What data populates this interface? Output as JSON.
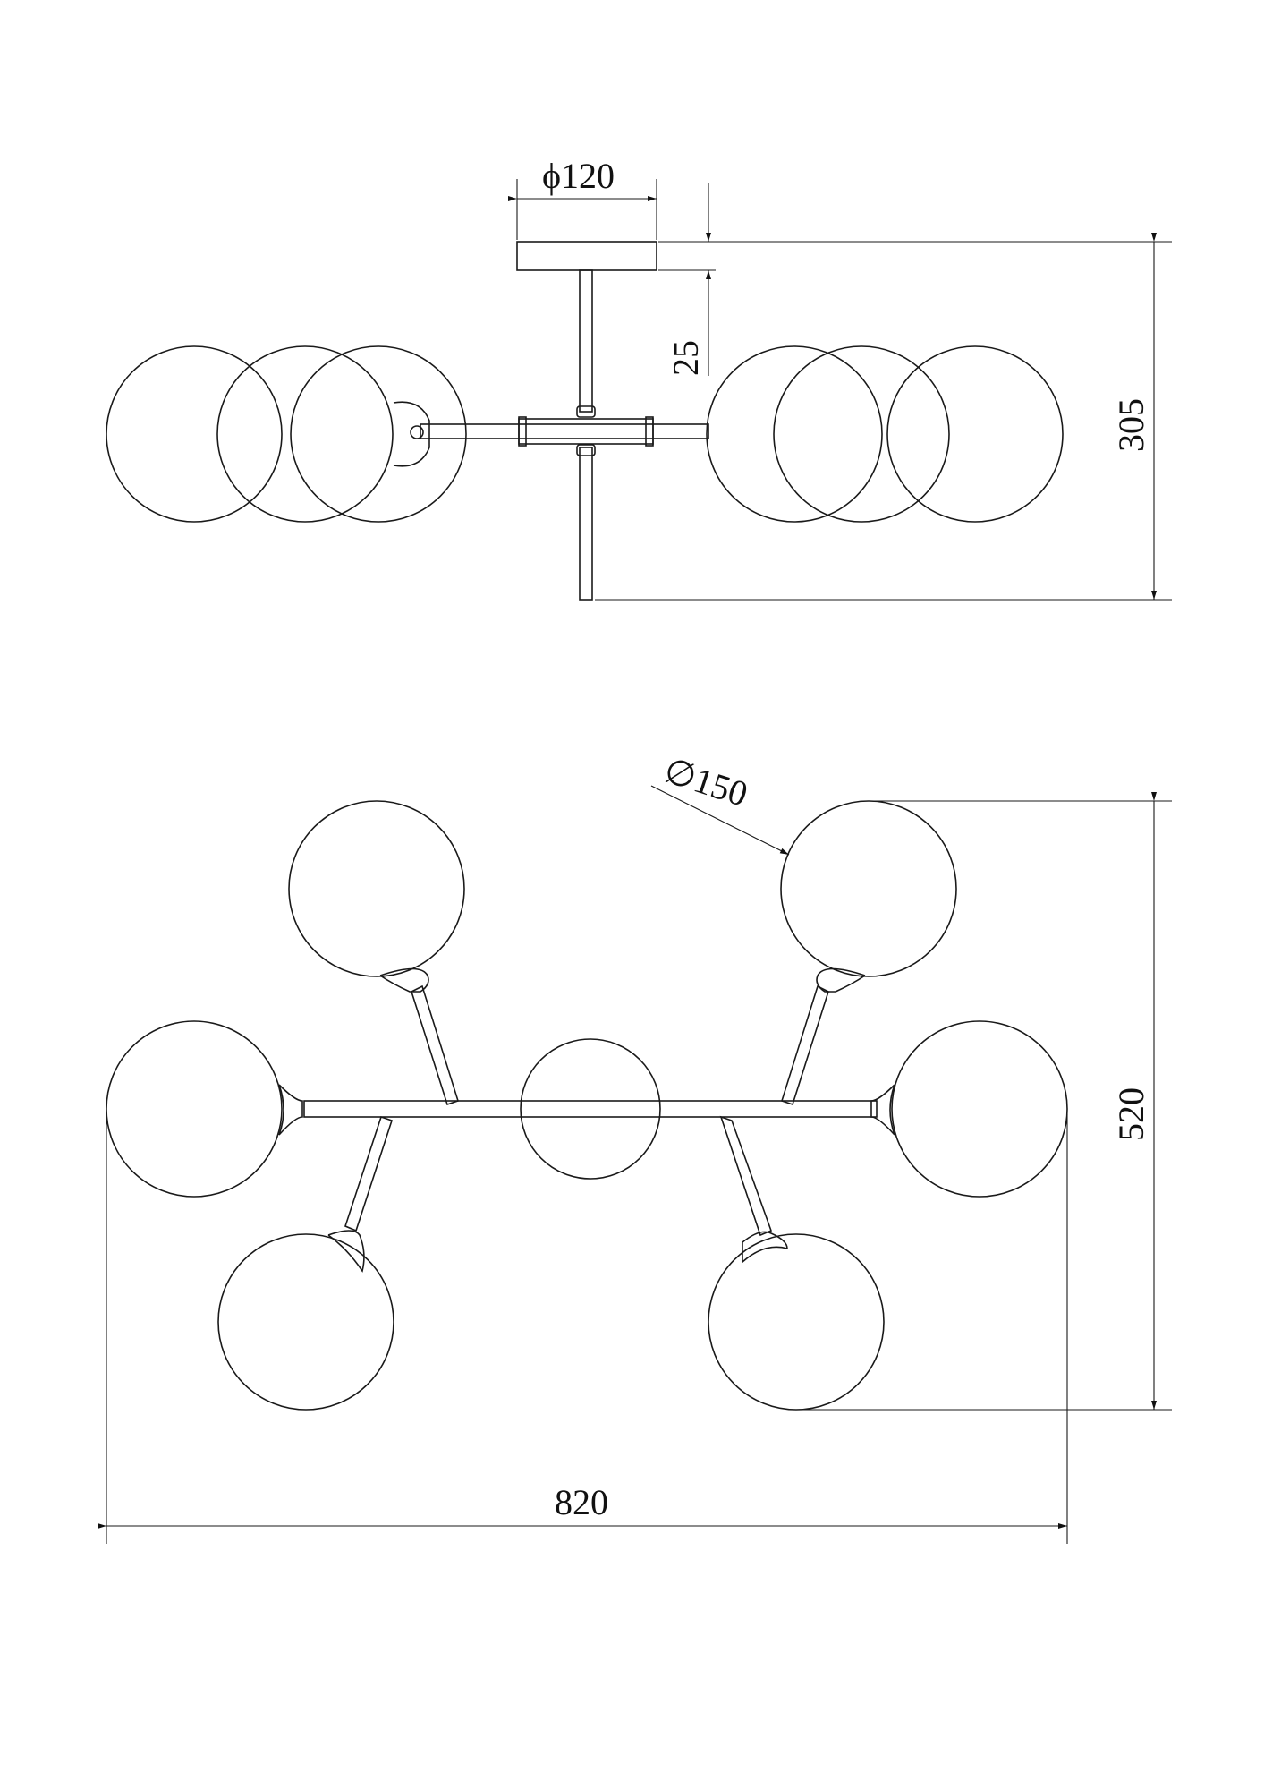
{
  "drawing": {
    "top_view": {
      "canopy_diameter": "ϕ120",
      "canopy_height": "25",
      "overall_height": "305"
    },
    "plan_view": {
      "globe_diameter": "∅150",
      "overall_depth": "520",
      "overall_width": "820"
    },
    "line_color": "#1a1a1a"
  }
}
